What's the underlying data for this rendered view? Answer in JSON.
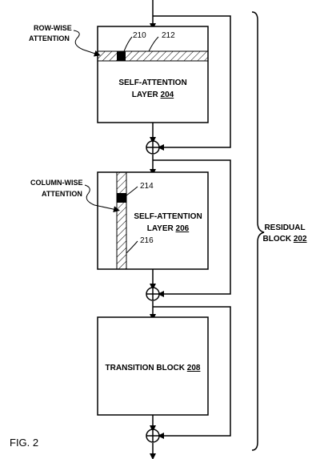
{
  "figure_label": "FIG. 2",
  "row_wise": {
    "line1": "ROW-WISE",
    "line2": "ATTENTION",
    "ref_a": "210",
    "ref_b": "212"
  },
  "self_attention_1": {
    "line1": "SELF-ATTENTION",
    "line2_prefix": "LAYER ",
    "ref": "204"
  },
  "column_wise": {
    "line1": "COLUMN-WISE",
    "line2": "ATTENTION",
    "ref_a": "214",
    "ref_b": "216"
  },
  "self_attention_2": {
    "line1": "SELF-ATTENTION",
    "line2_prefix": "LAYER ",
    "ref": "206"
  },
  "transition": {
    "prefix": "TRANSITION BLOCK ",
    "ref": "208"
  },
  "residual": {
    "line1": "RESIDUAL",
    "line2_prefix": "BLOCK ",
    "ref": "202"
  }
}
